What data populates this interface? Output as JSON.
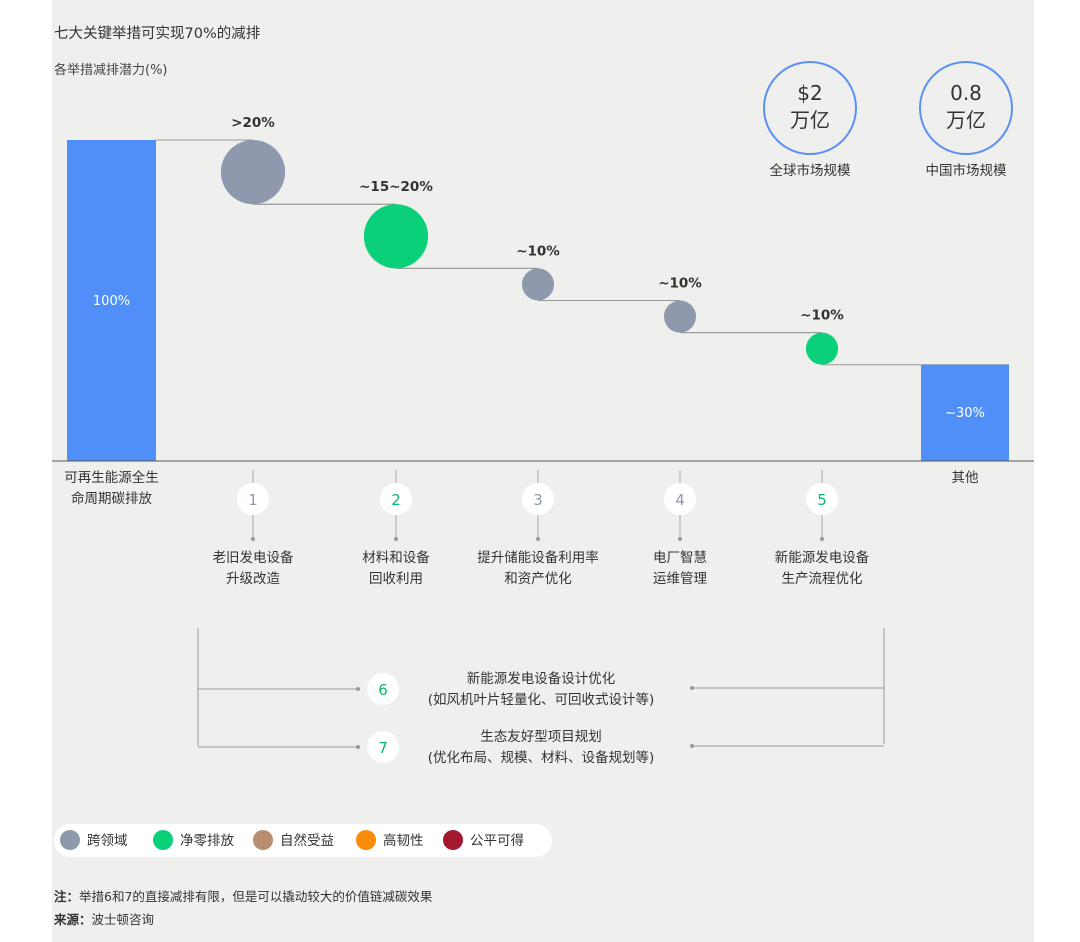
{
  "chart_data": {
    "type": "waterfall",
    "title": "七大关键举措可实现70%的减排",
    "ylabel": "各举措减排潜力(%)",
    "ylim": [
      0,
      100
    ],
    "start": {
      "label": "可再生能源全生命周期碳排放",
      "label_lines": [
        "可再生能源全生",
        "命周期碳排放"
      ],
      "value": 100,
      "value_label": "100%"
    },
    "steps": [
      {
        "id": "1",
        "label_lines": [
          "老旧发电设备",
          "升级改造"
        ],
        "value": 20,
        "value_label": ">20%",
        "category": "跨领域"
      },
      {
        "id": "2",
        "label_lines": [
          "材料和设备",
          "回收利用"
        ],
        "value": 20,
        "value_label": "~15~20%",
        "category": "净零排放"
      },
      {
        "id": "3",
        "label_lines": [
          "提升储能设备利用率",
          "和资产优化"
        ],
        "value": 10,
        "value_label": "~10%",
        "category": "跨领域"
      },
      {
        "id": "4",
        "label_lines": [
          "电厂智慧",
          "运维管理"
        ],
        "value": 10,
        "value_label": "~10%",
        "category": "跨领域"
      },
      {
        "id": "5",
        "label_lines": [
          "新能源发电设备",
          "生产流程优化"
        ],
        "value": 10,
        "value_label": "~10%",
        "category": "净零排放"
      }
    ],
    "end": {
      "label": "其他",
      "value": 30,
      "value_label": "~30%"
    },
    "legend": [
      {
        "name": "跨领域",
        "color": "#8e99ad"
      },
      {
        "name": "净零排放",
        "color": "#0bd07a"
      },
      {
        "name": "自然受益",
        "color": "#b88d6f"
      },
      {
        "name": "高韧性",
        "color": "#fb8c0a"
      },
      {
        "name": "公平可得",
        "color": "#a3182c"
      }
    ],
    "bar_color": "#4f8ff7"
  },
  "market": [
    {
      "value_lines": [
        "$2",
        "万亿"
      ],
      "label": "全球市场规模"
    },
    {
      "value_lines": [
        "0.8",
        "万亿"
      ],
      "label": "中国市场规模"
    }
  ],
  "extra_measures": [
    {
      "id": "6",
      "lines": [
        "新能源发电设备设计优化",
        "(如风机叶片轻量化、可回收式设计等)"
      ]
    },
    {
      "id": "7",
      "lines": [
        "生态友好型项目规划",
        "(优化布局、规模、材料、设备规划等)"
      ]
    }
  ],
  "footnote": {
    "note_label": "注：",
    "note": "举措6和7的直接减排有限，但是可以撬动较大的价值链减碳效果",
    "source_label": "来源：",
    "source": "波士顿咨询"
  },
  "colors": {
    "market_ring": "#5b8ff5",
    "connector": "#999999",
    "axis": "#555555",
    "panel": "#efefee"
  }
}
